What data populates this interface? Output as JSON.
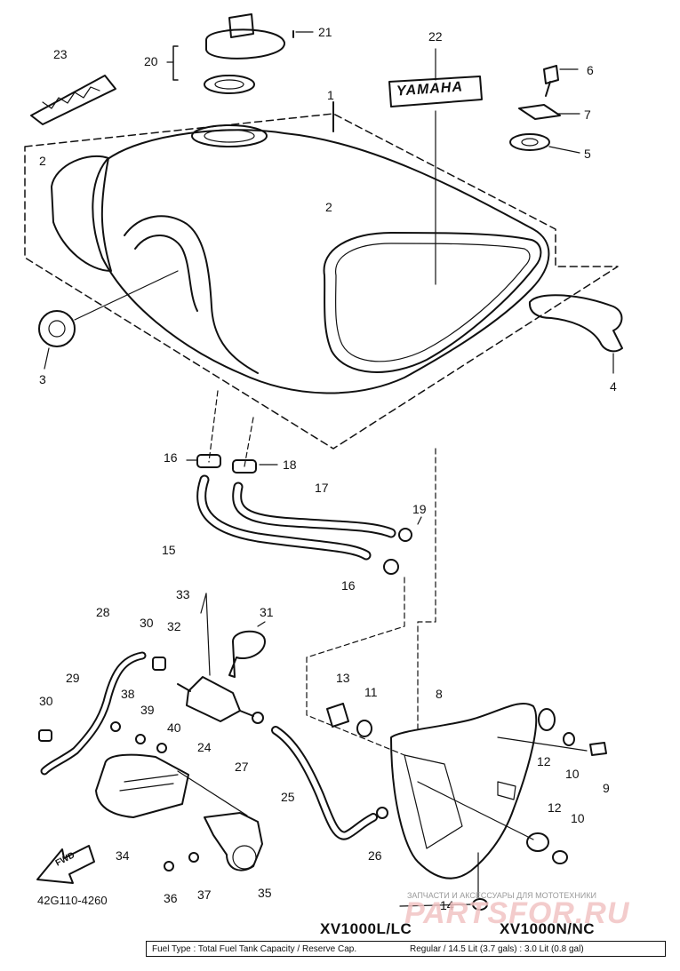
{
  "callouts": [
    "1",
    "2",
    "2",
    "3",
    "4",
    "5",
    "6",
    "7",
    "8",
    "9",
    "10",
    "10",
    "11",
    "12",
    "12",
    "13",
    "14",
    "15",
    "16",
    "16",
    "17",
    "18",
    "19",
    "20",
    "21",
    "22",
    "23",
    "24",
    "25",
    "26",
    "27",
    "28",
    "29",
    "30",
    "30",
    "31",
    "32",
    "33",
    "34",
    "35",
    "36",
    "37",
    "38",
    "39",
    "40"
  ],
  "tank_emblem_text": "YAMAHA",
  "fwd_text": "FWD",
  "part_code": "42G110-4260",
  "models": {
    "left": "XV1000L/LC",
    "right": "XV1000N/NC"
  },
  "spec": {
    "label": "Fuel Type : Total Fuel Tank Capacity / Reserve Cap.",
    "value": "Regular / 14.5 Lit (3.7 gals) : 3.0 Lit (0.8 gal)"
  },
  "watermark": {
    "caption": "ЗАПЧАСТИ И АКСЕССУАРЫ ДЛЯ МОТОТЕХНИКИ",
    "site": "PARTSFOR.RU"
  }
}
